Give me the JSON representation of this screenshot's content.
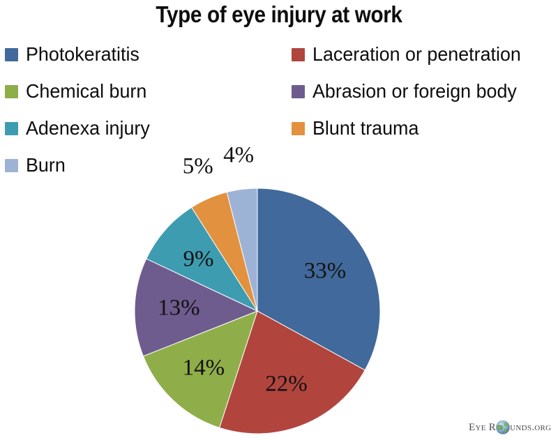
{
  "chart_data": {
    "type": "pie",
    "title": "Type of eye injury at work",
    "xlabel": "",
    "ylabel": "",
    "legend_position": "top",
    "grid": false,
    "categories": [
      "Photokeratitis",
      "Laceration or penetration",
      "Chemical burn",
      "Abrasion or foreign body",
      "Adenexa injury",
      "Blunt trauma",
      "Burn"
    ],
    "values": [
      33,
      22,
      14,
      13,
      9,
      5,
      4
    ],
    "value_unit": "%",
    "data_labels": [
      "33%",
      "22%",
      "14%",
      "13%",
      "9%",
      "5%",
      "4%"
    ],
    "colors": [
      "#41699B",
      "#B1453E",
      "#8FAE4A",
      "#6E5C8E",
      "#3E9CB0",
      "#E2913E",
      "#9DB3D6"
    ],
    "slices": [
      {
        "label": "Photokeratitis",
        "value": 33,
        "data_label": "33%",
        "color": "#41699B",
        "label_inside": true
      },
      {
        "label": "Laceration or penetration",
        "value": 22,
        "data_label": "22%",
        "color": "#B1453E",
        "label_inside": true
      },
      {
        "label": "Chemical burn",
        "value": 14,
        "data_label": "14%",
        "color": "#8FAE4A",
        "label_inside": true
      },
      {
        "label": "Abrasion or foreign body",
        "value": 13,
        "data_label": "13%",
        "color": "#6E5C8E",
        "label_inside": true
      },
      {
        "label": "Adenexa injury",
        "value": 9,
        "data_label": "9%",
        "color": "#3E9CB0",
        "label_inside": true
      },
      {
        "label": "Blunt trauma",
        "value": 5,
        "data_label": "5%",
        "color": "#E2913E",
        "label_inside": false
      },
      {
        "label": "Burn",
        "value": 4,
        "data_label": "4%",
        "color": "#9DB3D6",
        "label_inside": false
      }
    ],
    "start_angle_deg": 0,
    "direction": "clockwise",
    "total": 100
  },
  "legend": {
    "columns": [
      {
        "items": [
          {
            "label": "Photokeratitis",
            "color": "#41699B"
          },
          {
            "label": "Chemical burn",
            "color": "#8FAE4A"
          },
          {
            "label": "Adenexa injury",
            "color": "#3E9CB0"
          },
          {
            "label": "Burn",
            "color": "#9DB3D6"
          }
        ]
      },
      {
        "items": [
          {
            "label": "Laceration or penetration",
            "color": "#B1453E"
          },
          {
            "label": "Abrasion or foreign body",
            "color": "#6E5C8E"
          },
          {
            "label": "Blunt trauma",
            "color": "#E2913E"
          }
        ]
      }
    ]
  },
  "watermark": {
    "text_before": "Eye R",
    "icon": "globe-icon",
    "text_after": "unds.org",
    "full_text": "Eye Rounds.org"
  }
}
